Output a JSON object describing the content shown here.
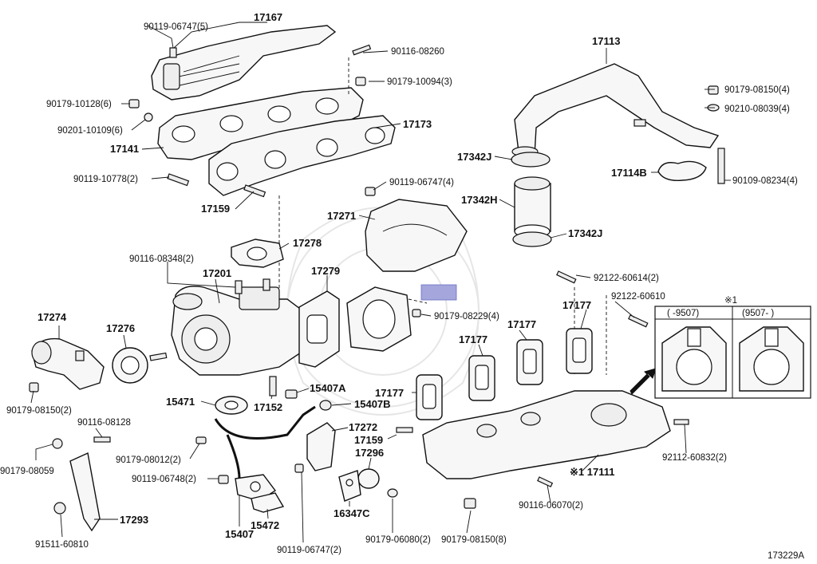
{
  "diagram": {
    "reference_code": "173229A",
    "inset": {
      "mark": "※1",
      "col_left": "(      -9507)",
      "col_right": "(9507-      )"
    },
    "labels": {
      "p17167": "17167",
      "p90119_06747_5": "90119-06747(5)",
      "p90116_08260": "90116-08260",
      "p90179_10094_3": "90179-10094(3)",
      "p90179_10128_6": "90179-10128(6)",
      "p90201_10109_6": "90201-10109(6)",
      "p17141": "17141",
      "p17173": "17173",
      "p90119_10778_2": "90119-10778(2)",
      "p17159a": "17159",
      "p17113": "17113",
      "p90179_08150_4": "90179-08150(4)",
      "p90210_08039_4": "90210-08039(4)",
      "p17342j_a": "17342J",
      "p17114b": "17114B",
      "p90109_08234_4": "90109-08234(4)",
      "p17342h": "17342H",
      "p17342j_b": "17342J",
      "p90119_06747_4": "90119-06747(4)",
      "p17271": "17271",
      "p17278": "17278",
      "p90116_08348_2": "90116-08348(2)",
      "p17201": "17201",
      "p17279": "17279",
      "p92122_60614_2": "92122-60614(2)",
      "p92122_60610": "92122-60610",
      "p90179_08229_4": "90179-08229(4)",
      "p17177a": "17177",
      "p17177b": "17177",
      "p17177c": "17177",
      "p17177d": "17177",
      "p17274": "17274",
      "p17276": "17276",
      "p90179_08150_2": "90179-08150(2)",
      "p15471": "15471",
      "p17152": "17152",
      "p15407a": "15407A",
      "p15407b": "15407B",
      "p90116_08128": "90116-08128",
      "p90179_08059": "90179-08059",
      "p90179_08012_2": "90179-08012(2)",
      "p90119_06748_2": "90119-06748(2)",
      "p17272": "17272",
      "p17159b": "17159",
      "p17296": "17296",
      "p17293": "17293",
      "p15472": "15472",
      "p16347c": "16347C",
      "p15407": "15407",
      "p91511_60810": "91511-60810",
      "p90119_06747_2": "90119-06747(2)",
      "p90179_06080_2": "90179-06080(2)",
      "p90179_08150_8": "90179-08150(8)",
      "p17111": "※1 17111",
      "p90116_06070_2": "90116-06070(2)",
      "p92112_60832_2": "92112-60832(2)"
    }
  }
}
